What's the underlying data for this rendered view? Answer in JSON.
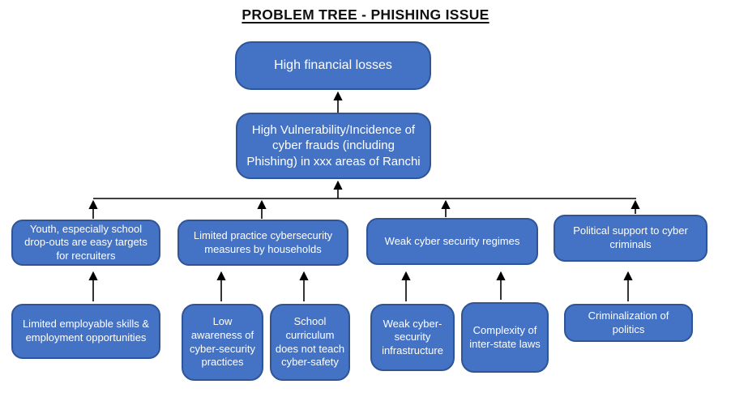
{
  "title": "PROBLEM TREE - PHISHING ISSUE",
  "colors": {
    "box_fill": "#4472C4",
    "box_border": "#2F5597",
    "box_text": "#FFFFFF",
    "arrow": "#000000",
    "title_text": "#111111"
  },
  "tree": {
    "effect": {
      "label": "High financial losses"
    },
    "core_problem": {
      "label": "High Vulnerability/Incidence of cyber frauds (including Phishing) in xxx areas of Ranchi"
    },
    "causes": [
      {
        "label": "Youth, especially school drop-outs are easy targets for recruiters"
      },
      {
        "label": "Limited practice cybersecurity measures by households"
      },
      {
        "label": "Weak cyber security regimes"
      },
      {
        "label": "Political support to cyber criminals"
      }
    ],
    "root_causes": [
      {
        "label": "Limited employable skills & employment opportunities"
      },
      {
        "label": "Low awareness of cyber-security practices"
      },
      {
        "label": "School curriculum does not teach cyber-safety"
      },
      {
        "label": "Weak cyber-security infrastructure"
      },
      {
        "label": "Complexity of inter-state laws"
      },
      {
        "label": "Criminalization of politics"
      }
    ]
  }
}
